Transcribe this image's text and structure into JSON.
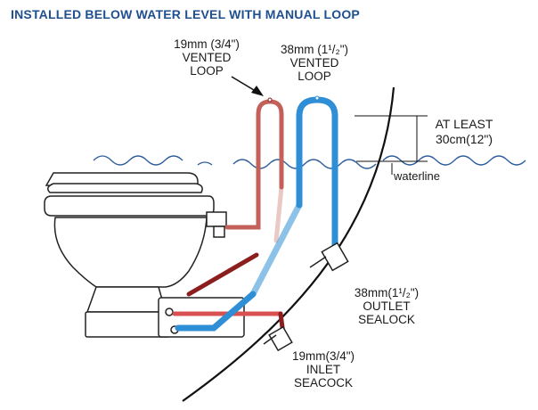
{
  "heading": "INSTALLED BELOW WATER LEVEL WITH MANUAL LOOP",
  "labels": {
    "small_loop": [
      "19mm (3/4\")",
      "VENTED",
      "LOOP"
    ],
    "large_loop": [
      "38mm (1¹/₂\")",
      "VENTED",
      "LOOP"
    ],
    "height": [
      "AT LEAST",
      "30cm(12\")"
    ],
    "waterline": "waterline",
    "outlet": [
      "38mm(1¹/₂\")",
      "OUTLET",
      "SEALOCK"
    ],
    "inlet": [
      "19mm(3/4\")",
      "INLET",
      "SEACOCK"
    ]
  },
  "colors": {
    "heading": "#1f4f8f",
    "inlet_hose": "#c4605a",
    "inlet_hose_dark": "#8b1e1e",
    "outlet_hose": "#2f8fd6",
    "water": "#2a5a9a",
    "hull": "#111111"
  },
  "icons": [
    "arrow-icon",
    "toilet-icon",
    "seacock-icon"
  ]
}
